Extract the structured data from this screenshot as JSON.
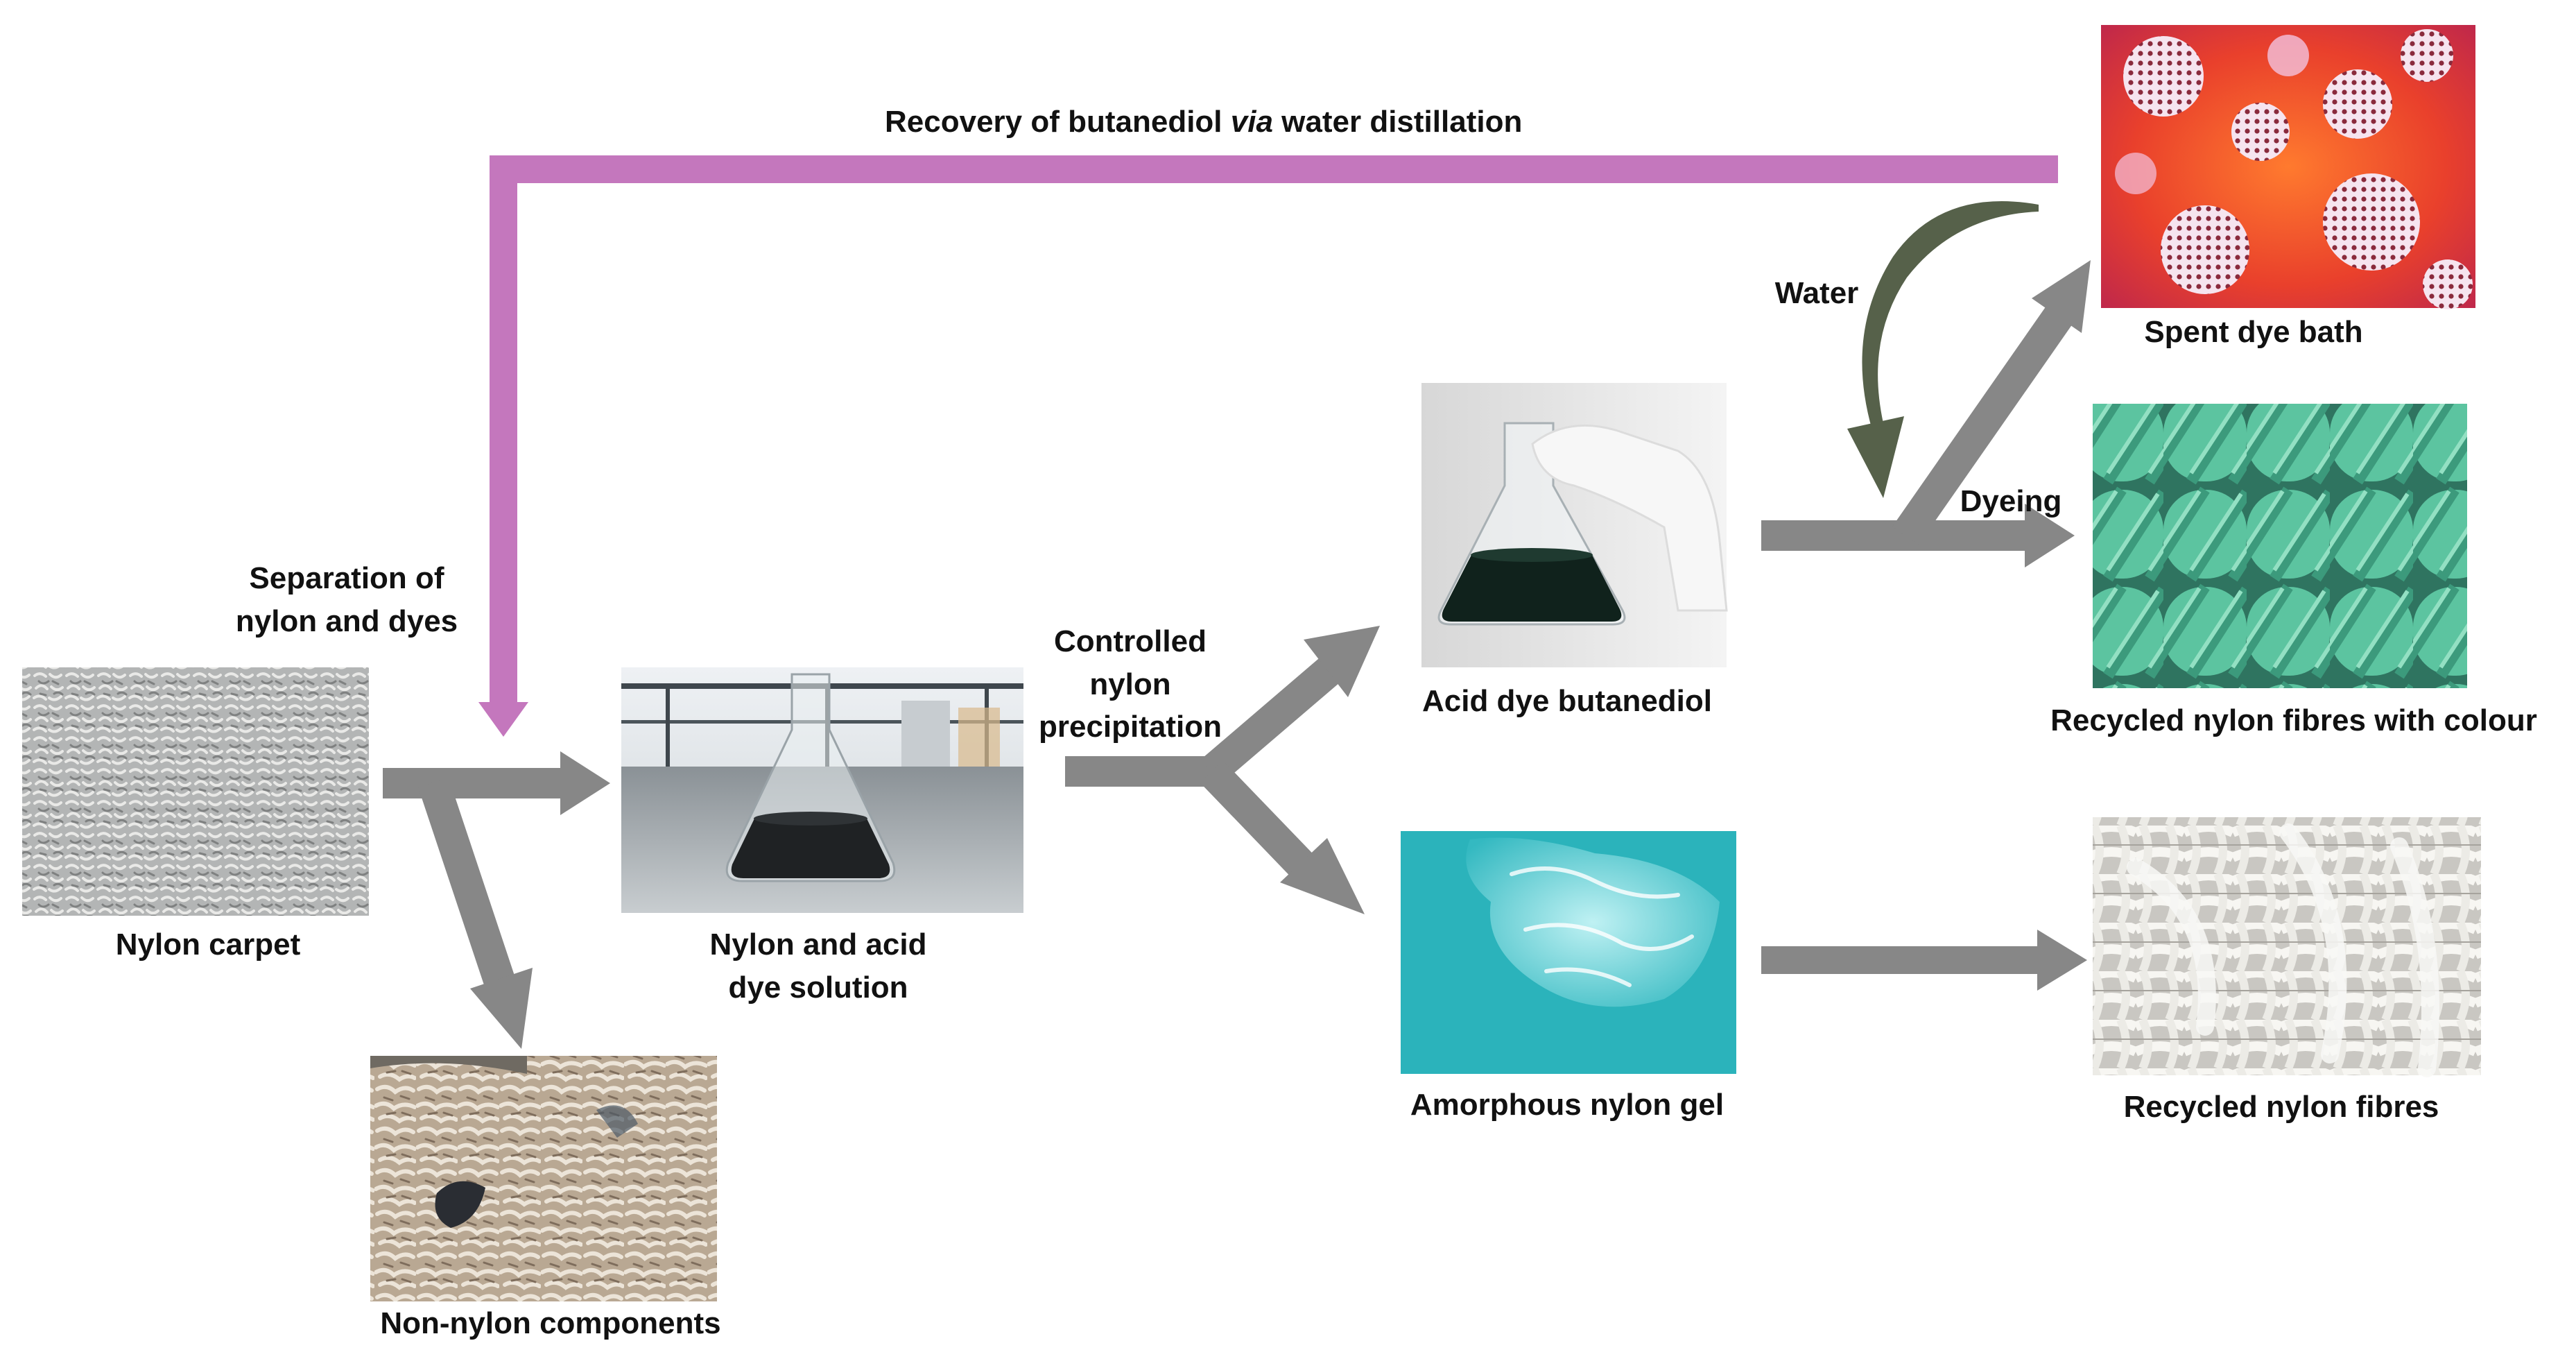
{
  "colors": {
    "arrow_gray": "#878787",
    "recovery_arrow": "#c477bd",
    "water_arrow": "#56614a"
  },
  "labels": {
    "recovery_pre": "Recovery of butanediol ",
    "recovery_via": "via",
    "recovery_post": " water distillation",
    "separation_line1": "Separation of",
    "separation_line2": "nylon and dyes",
    "nylon_carpet": "Nylon carpet",
    "non_nylon": "Non-nylon components",
    "dye_solution_line1": "Nylon and acid",
    "dye_solution_line2": "dye solution",
    "controlled_line1": "Controlled",
    "controlled_line2": "nylon",
    "controlled_line3": "precipitation",
    "acid_dye_butanediol": "Acid dye butanediol",
    "amorphous_gel": "Amorphous nylon gel",
    "water": "Water",
    "dyeing": "Dyeing",
    "spent_dye_bath": "Spent dye bath",
    "recycled_colour": "Recycled nylon fibres with colour",
    "recycled_fibres": "Recycled nylon fibres"
  },
  "icons": [
    "nylon-carpet-photo",
    "non-nylon-components-photo",
    "dye-solution-flask-photo",
    "acid-dye-butanediol-flask-photo",
    "amorphous-gel-photo",
    "spent-dye-bath-photo",
    "coloured-fibres-photo",
    "recycled-fibres-photo"
  ]
}
